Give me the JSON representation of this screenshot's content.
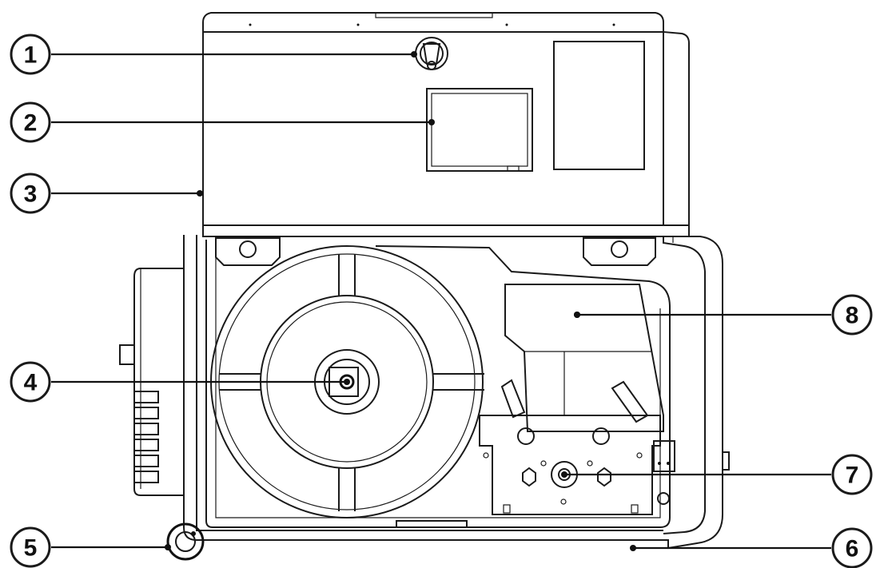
{
  "colors": {
    "line": "#1a1a1a",
    "background": "#ffffff"
  },
  "callouts": [
    {
      "number": "1",
      "part": "lock-knob"
    },
    {
      "number": "2",
      "part": "window"
    },
    {
      "number": "3",
      "part": "cover-edge"
    },
    {
      "number": "4",
      "part": "spool-hub"
    },
    {
      "number": "5",
      "part": "wheel"
    },
    {
      "number": "6",
      "part": "base-edge"
    },
    {
      "number": "7",
      "part": "feed-roller"
    },
    {
      "number": "8",
      "part": "compartment"
    }
  ]
}
